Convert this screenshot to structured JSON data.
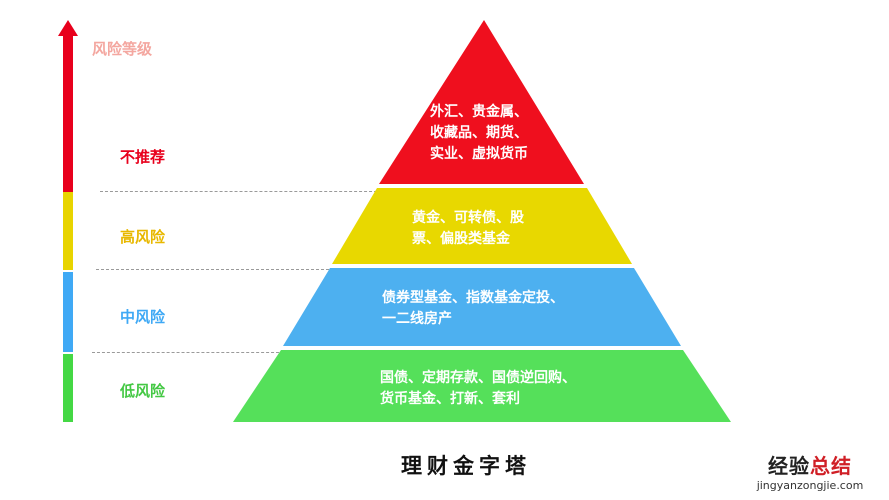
{
  "axis": {
    "title": "风险等级",
    "levels": [
      {
        "label": "不推荐",
        "color": "#e8001c"
      },
      {
        "label": "高风险",
        "color": "#e8d400"
      },
      {
        "label": "中风险",
        "color": "#3fa9f5"
      },
      {
        "label": "低风险",
        "color": "#44d844"
      }
    ]
  },
  "pyramid": {
    "title": "理财金字塔",
    "tiers": [
      {
        "text": "外汇、贵金属、\n收藏品、期货、\n实业、虚拟货币",
        "color": "#ef0f1e"
      },
      {
        "text": "黄金、可转债、股\n票、偏股类基金",
        "color": "#e8d800"
      },
      {
        "text": "债券型基金、指数基金定投、\n一二线房产",
        "color": "#4db0f0"
      },
      {
        "text": "国债、定期存款、国债逆回购、\n货币基金、打新、套利",
        "color": "#55e05a"
      }
    ]
  },
  "watermark": {
    "main": "经验",
    "accent": "总结",
    "url": "jingyanzongjie.com"
  }
}
